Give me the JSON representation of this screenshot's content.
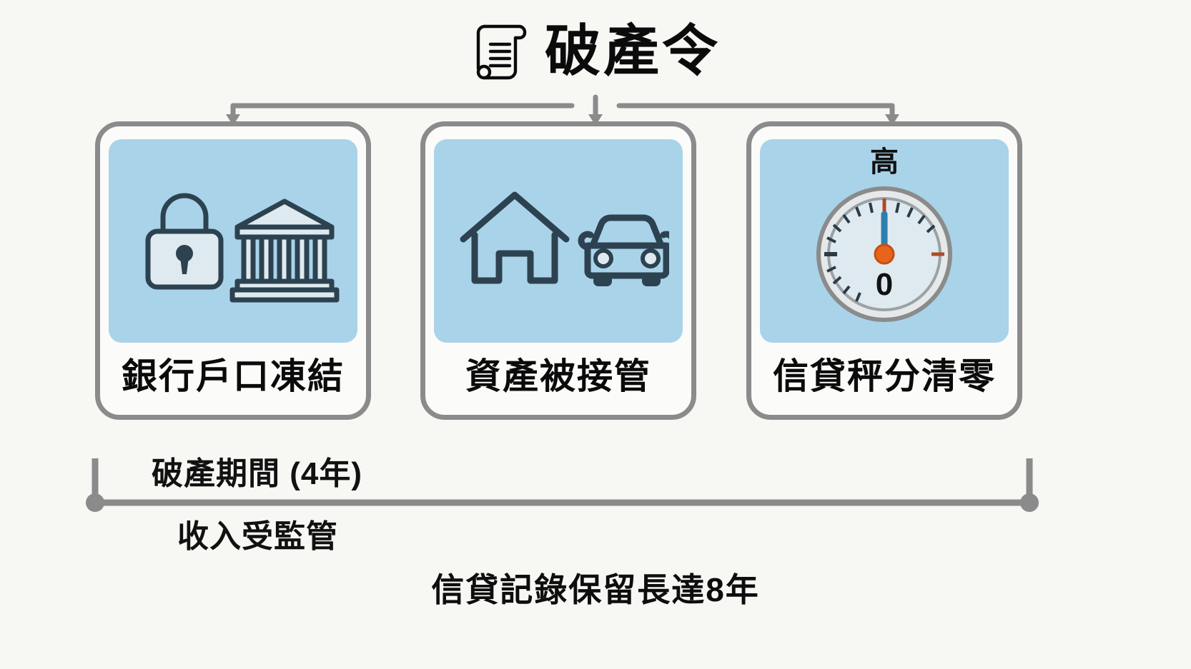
{
  "title": {
    "text": "破產令",
    "icon": "scroll-document-icon"
  },
  "cards": [
    {
      "label": "銀行戶口凍結",
      "icons": [
        "padlock-icon",
        "bank-building-icon"
      ],
      "tile_color": "#a9d3e9"
    },
    {
      "label": "資產被接管",
      "icons": [
        "house-icon",
        "car-icon"
      ],
      "tile_color": "#a9d3e9"
    },
    {
      "label": "信貸秤分清零",
      "icons": [
        "credit-score-gauge-icon"
      ],
      "tile_color": "#a9d3e9",
      "gauge": {
        "top_label": "高",
        "bottom_label": "0",
        "needle_color": "#2f7fae",
        "hub_color": "#e8641a",
        "value": 0
      }
    }
  ],
  "timeline": {
    "label_above": "破產期間 (4年)",
    "label_below": "收入受監管",
    "line_color": "#8b8b8b"
  },
  "footer": {
    "note": "信貸記錄保留長達8年"
  },
  "colors": {
    "background": "#f7f7f4",
    "card_border": "#8b8b8b",
    "tile": "#a9d3e9",
    "icon_stroke": "#2d4250",
    "text": "#0b0b0b"
  }
}
